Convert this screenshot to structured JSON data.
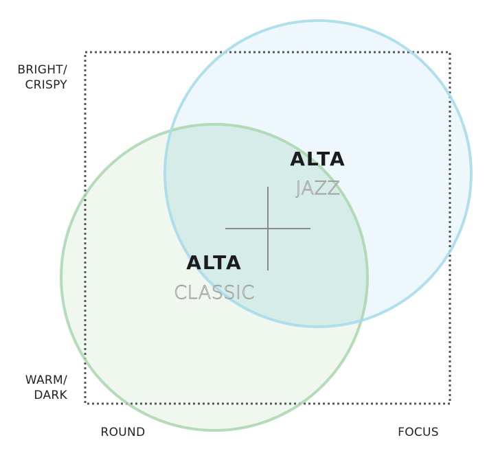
{
  "axes": {
    "y_top": [
      "BRIGHT/",
      "CRISPY"
    ],
    "y_bottom": [
      "WARM/",
      "DARK"
    ],
    "x_left": "ROUND",
    "x_right": "FOCUS"
  },
  "products": [
    {
      "brand": "ALTA",
      "model": "JAZZ",
      "color": "#a8dcea"
    },
    {
      "brand": "ALTA",
      "model": "CLASSIC",
      "color": "#a9d6ad"
    }
  ],
  "colors": {
    "frame": "#555555",
    "crosshair": "#8a8a8a",
    "jazz_fill": "#eef8fc",
    "classic_fill": "#eff7ee",
    "overlap_fill": "#d6ece8"
  }
}
